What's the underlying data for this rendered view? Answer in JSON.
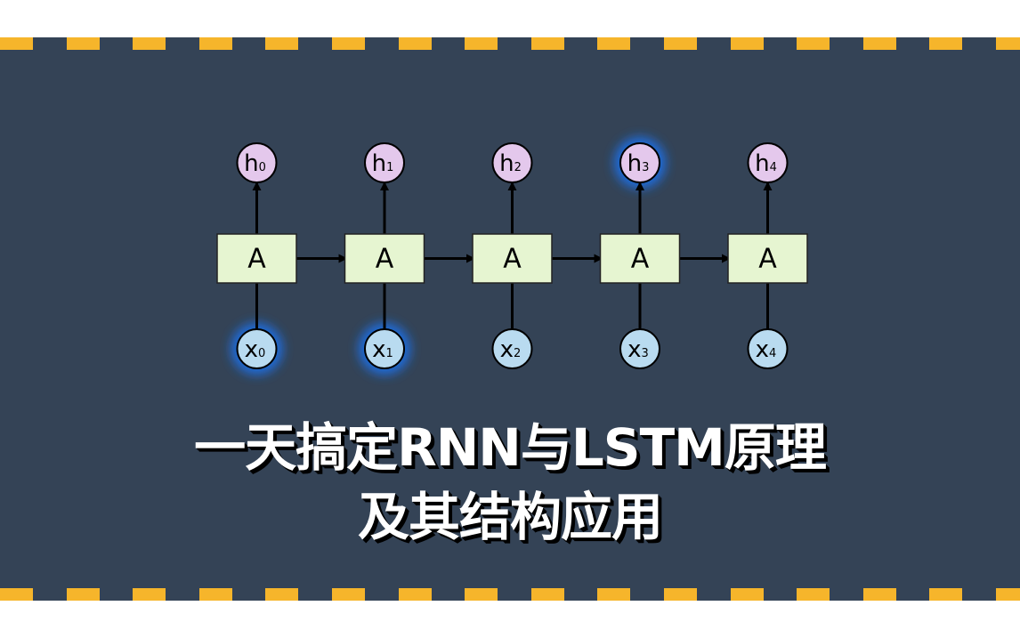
{
  "colors": {
    "background": "#344356",
    "dash": "#f6b52b",
    "cell_fill": "#e6f5d1",
    "hidden_fill": "#e4c8ec",
    "input_fill": "#b9dbf0",
    "glow": "#1f6fe6",
    "stroke": "#000000",
    "title": "#ffffff"
  },
  "diagram": {
    "cells": [
      {
        "label": "A",
        "input": {
          "base": "x",
          "sub": "0",
          "highlighted": true
        },
        "output": {
          "base": "h",
          "sub": "0",
          "highlighted": false
        }
      },
      {
        "label": "A",
        "input": {
          "base": "x",
          "sub": "1",
          "highlighted": true
        },
        "output": {
          "base": "h",
          "sub": "1",
          "highlighted": false
        }
      },
      {
        "label": "A",
        "input": {
          "base": "x",
          "sub": "2",
          "highlighted": false
        },
        "output": {
          "base": "h",
          "sub": "2",
          "highlighted": false
        }
      },
      {
        "label": "A",
        "input": {
          "base": "x",
          "sub": "3",
          "highlighted": false
        },
        "output": {
          "base": "h",
          "sub": "3",
          "highlighted": true
        }
      },
      {
        "label": "A",
        "input": {
          "base": "x",
          "sub": "4",
          "highlighted": false
        },
        "output": {
          "base": "h",
          "sub": "4",
          "highlighted": false
        }
      }
    ]
  },
  "title": {
    "line1": "一天搞定RNN与LSTM原理",
    "line2": "及其结构应用"
  }
}
